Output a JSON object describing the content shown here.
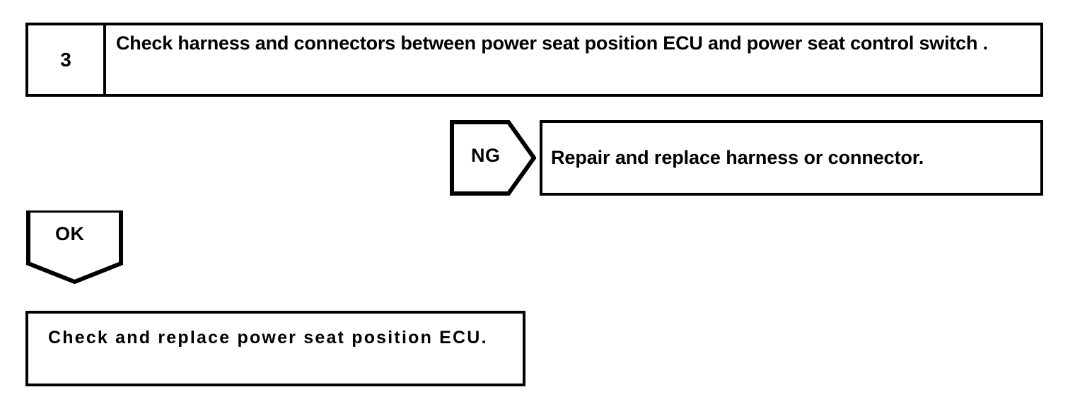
{
  "page": {
    "background_color": "#ffffff",
    "line_color": "#000000",
    "title": "Power seat troubleshooting flowchart — step 3"
  },
  "step": {
    "number": "3",
    "instruction": "Check harness and connectors between power seat position ECU and power seat control switch ."
  },
  "branches": {
    "ng": {
      "label": "NG",
      "shape": "pentagon-right",
      "result_text": "Repair and replace harness or connector."
    },
    "ok": {
      "label": "OK",
      "shape": "pentagon-down",
      "result_text": "Check and replace power seat position ECU."
    }
  }
}
